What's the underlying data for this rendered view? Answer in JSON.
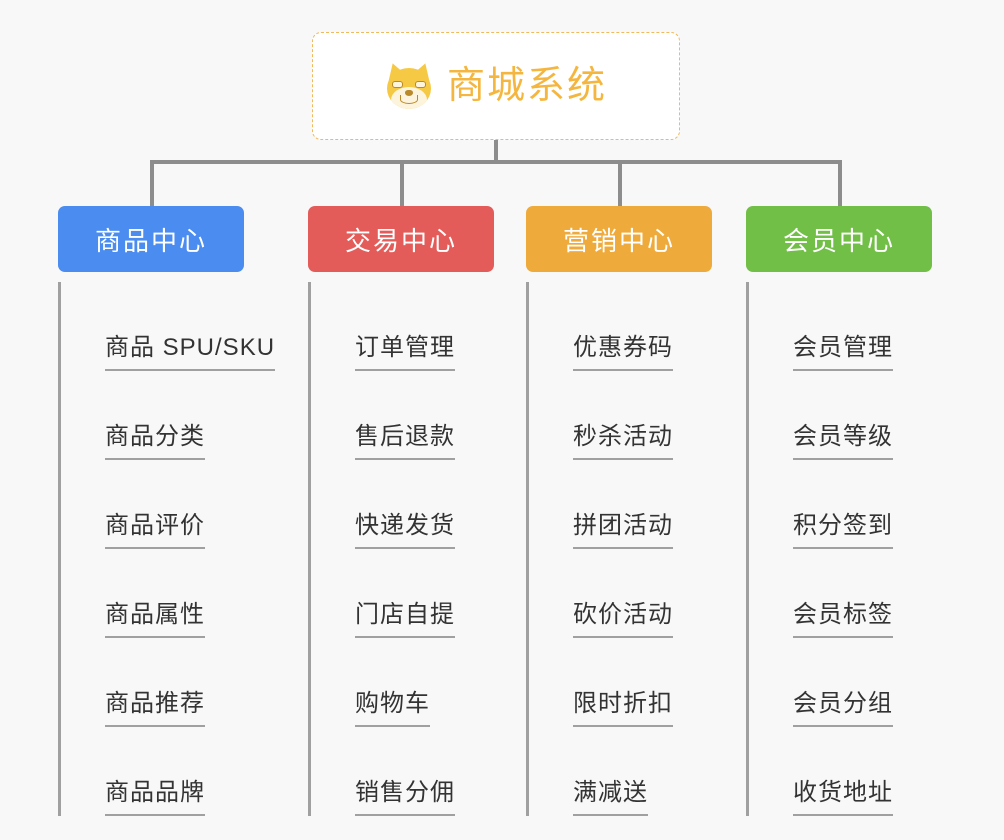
{
  "page": {
    "background_color": "#f8f8f8",
    "line_color": "#8d8d8d"
  },
  "root": {
    "title": "商城系统",
    "icon": "shiba-dog-face-icon",
    "text_color": "#f5b63f",
    "border_color": "#f0b95c",
    "background_color": "#ffffff"
  },
  "branches": [
    {
      "label": "商品中心",
      "color": "#4a8cf0",
      "items": [
        "商品 SPU/SKU",
        "商品分类",
        "商品评价",
        "商品属性",
        "商品推荐",
        "商品品牌"
      ]
    },
    {
      "label": "交易中心",
      "color": "#e45c59",
      "items": [
        "订单管理",
        "售后退款",
        "快递发货",
        "门店自提",
        "购物车",
        "销售分佣"
      ]
    },
    {
      "label": "营销中心",
      "color": "#eeab3c",
      "items": [
        "优惠券码",
        "秒杀活动",
        "拼团活动",
        "砍价活动",
        "限时折扣",
        "满减送"
      ]
    },
    {
      "label": "会员中心",
      "color": "#72bf47",
      "items": [
        "会员管理",
        "会员等级",
        "积分签到",
        "会员标签",
        "会员分组",
        "收货地址"
      ]
    }
  ]
}
